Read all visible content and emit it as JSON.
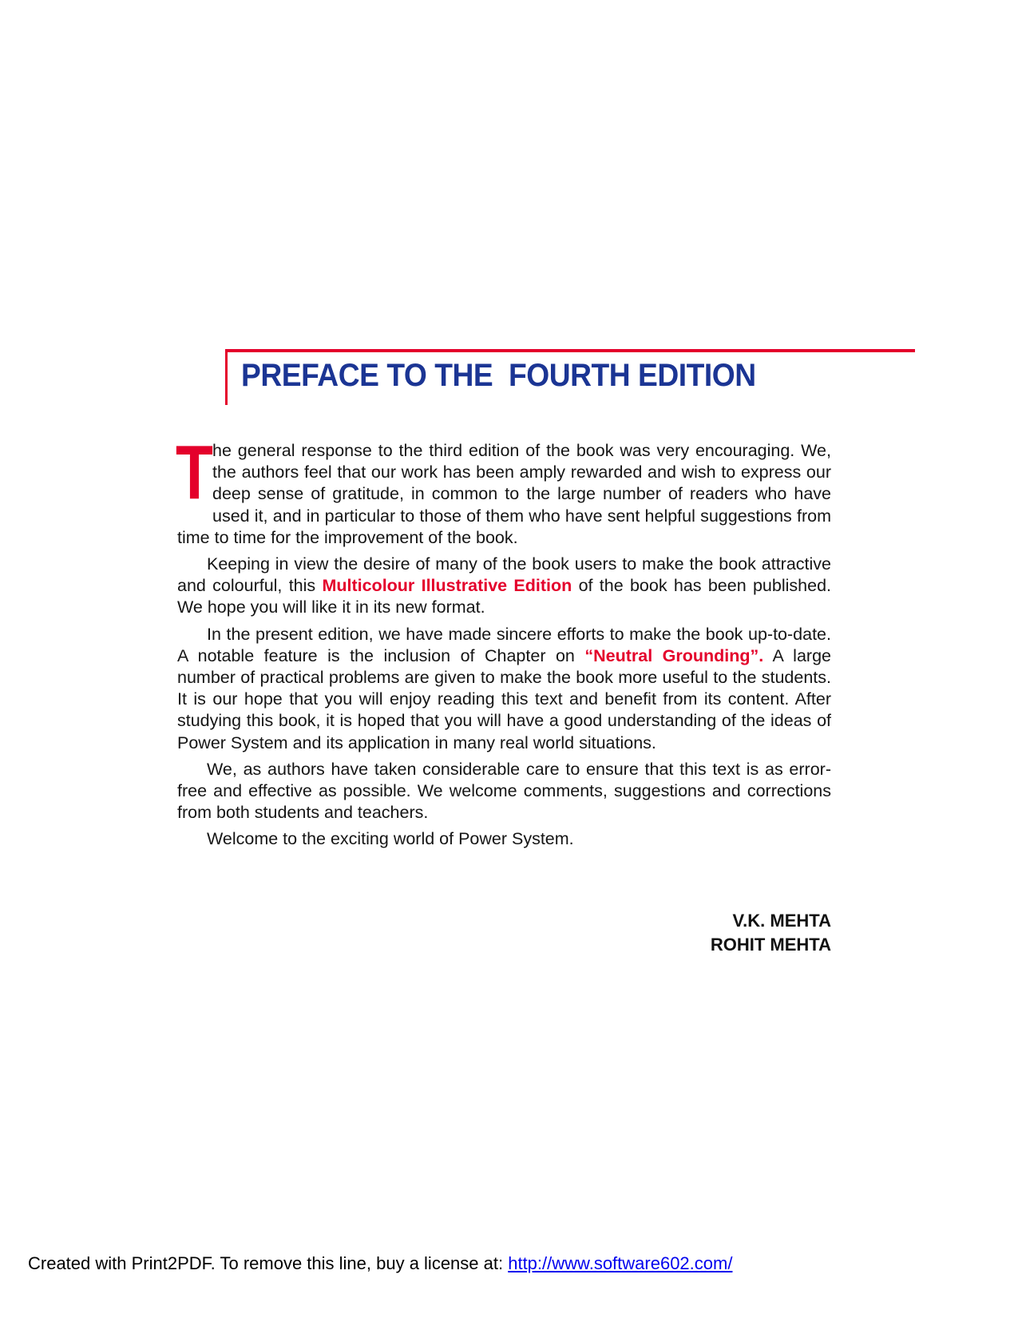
{
  "heading": {
    "title": "PREFACE TO THE  FOURTH EDITION",
    "title_color": "#1b3594",
    "rule_color": "#e4002b"
  },
  "body": {
    "drop_cap": "T",
    "paragraphs": [
      {
        "text": "he general response to the third edition of the book was very encouraging. We, the authors feel that our work has been amply rewarded and wish to express  our deep sense of gratitude, in common to the large number of readers who have used it, and in particular to those of them who have sent helpful suggestions from time to time for the improvement of the book."
      },
      {
        "before": "Keeping in view the desire of many of  the book users to make the book attractive and colourful, this ",
        "highlight": "Multicolour Illustrative Edition",
        "after": " of the book has been published. We hope you will like  it in  its new format."
      },
      {
        "before": "In the present edition,  we have made sincere efforts to make the book up-to-date. A notable feature is the inclusion of Chapter on ",
        "highlight": "“Neutral Grounding”.",
        "after": " A large number of practical problems are given to make the book more useful to the students. It is our hope that you will enjoy reading this text and benefit from its content. After studying this book, it is hoped that you will have a good understanding of the ideas of Power System and its application in many real world situations."
      },
      {
        "text": "We, as authors have taken considerable care to ensure that this text is as error-free and effective as possible. We welcome comments, suggestions and corrections from both students and teachers."
      },
      {
        "text": "Welcome to the exciting world of Power System."
      }
    ],
    "highlight_color": "#e4002b"
  },
  "signature": {
    "author_1": "V.K. MEHTA",
    "author_2": "ROHIT MEHTA"
  },
  "footer": {
    "text": "Created with Print2PDF. To remove this line, buy a license at: ",
    "link_text": "http://www.software602.com/",
    "link_color": "#0000ee"
  }
}
